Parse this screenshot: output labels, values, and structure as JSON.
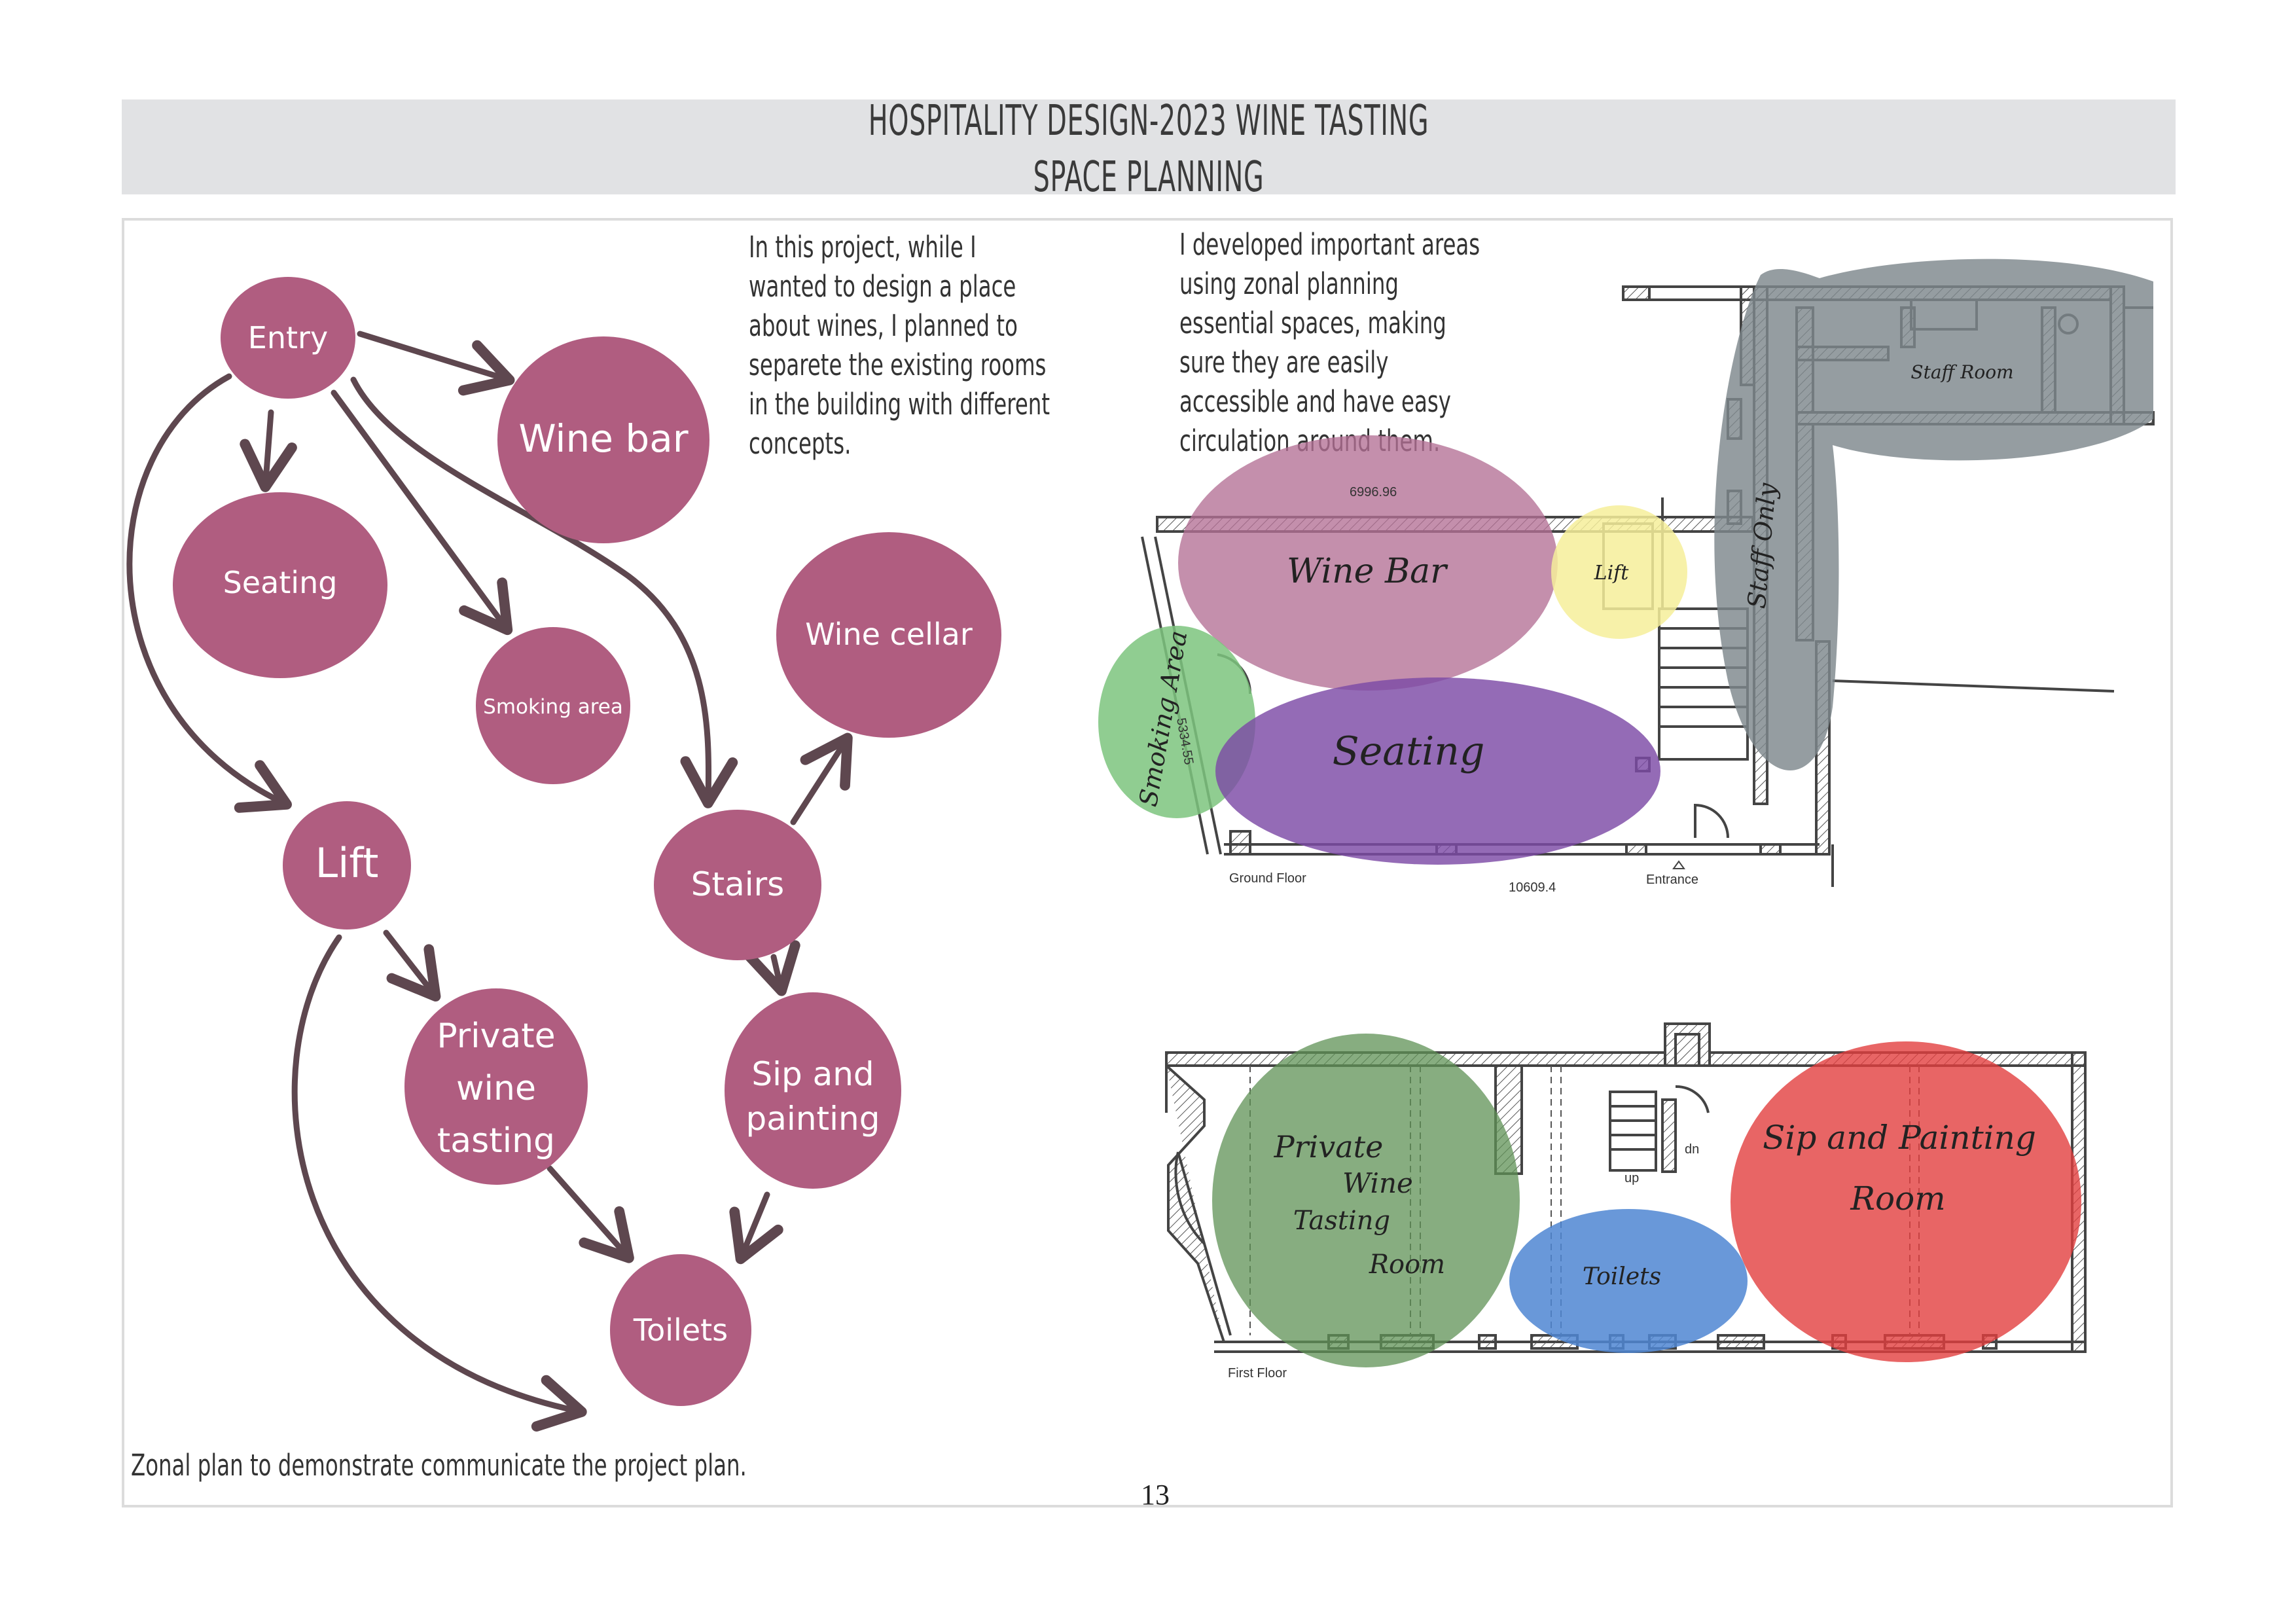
{
  "header": {
    "title_line1": "HOSPITALITY DESIGN-2023 WINE TASTING",
    "title_line2": "SPACE PLANNING"
  },
  "intro_text": "In this project, while I wanted to design a place about wines, I planned to separete the existing rooms in the building with different concepts.",
  "zonal_text": "I developed important areas using zonal planning essential spaces, making sure they are easily accessible and have easy circulation around them.",
  "caption": "Zonal plan to demonstrate communicate the project plan.",
  "page_number": "13",
  "bubble_color": "#b05d80",
  "arrow_color": "#5e474f",
  "bubbles": {
    "entry": "Entry",
    "wine_bar": "Wine  bar",
    "seating": "Seating",
    "smoking_area": "Smoking area",
    "wine_cellar": "Wine cellar",
    "lift": "Lift",
    "stairs": "Stairs",
    "private_wine_tasting": [
      "Private",
      "wine",
      "tasting"
    ],
    "sip_and_painting": [
      "Sip and",
      "painting"
    ],
    "toilets": "Toilets"
  },
  "ground_floor": {
    "label": "Ground Floor",
    "entrance": "Entrance",
    "dim_top": "6996.96",
    "dim_bottom": "10609.4",
    "dim_side": "5334.55",
    "zones": {
      "wine_bar": "Wine Bar",
      "lift": "Lift",
      "seating": "Seating",
      "smoking_area": "Smoking Area",
      "staff_only": "Staff Only",
      "staff_room": "Staff Room"
    },
    "zone_colors": {
      "wine_bar": "#b46f95",
      "lift": "#f6ef9a",
      "seating": "#7d4aa6",
      "smoking": "#7cc47e",
      "staff": "#7e878c"
    }
  },
  "first_floor": {
    "label": "First Floor",
    "up": "up",
    "dn": "dn",
    "zones": {
      "private_room": [
        "Private",
        "Wine",
        "Tasting",
        "Room"
      ],
      "toilets": "Toilets",
      "sip_painting": [
        "Sip and Painting",
        "Room"
      ]
    },
    "zone_colors": {
      "private": "#5f9156",
      "toilets": "#4f86d2",
      "sip": "#e23e3e"
    }
  }
}
